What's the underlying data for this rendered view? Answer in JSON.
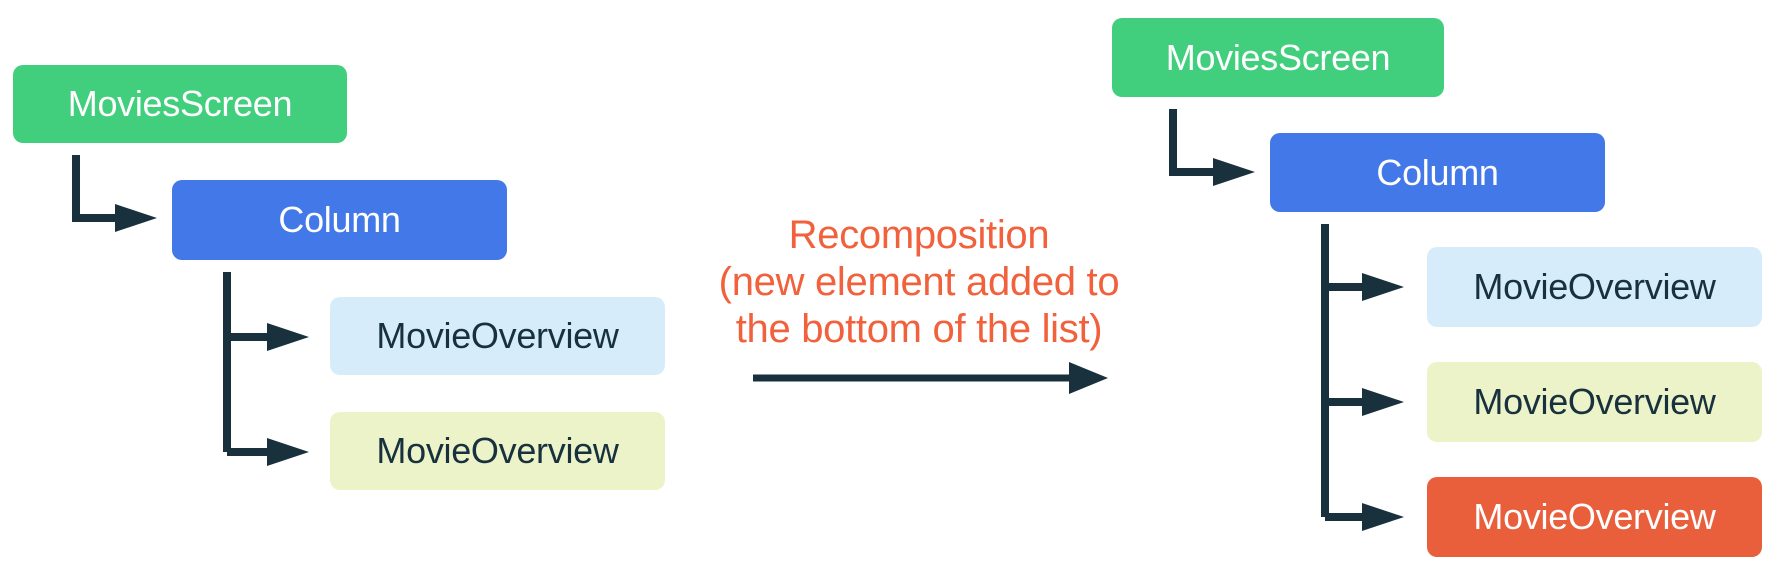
{
  "diagram": {
    "caption": {
      "line1": "Recomposition",
      "line2": "(new element added to",
      "line3": "the bottom of the list)"
    },
    "left_tree": {
      "nodes": [
        {
          "label": "MoviesScreen",
          "color": "green"
        },
        {
          "label": "Column",
          "color": "blue"
        },
        {
          "label": "MovieOverview",
          "color": "light-blue"
        },
        {
          "label": "MovieOverview",
          "color": "light-lime"
        }
      ]
    },
    "right_tree": {
      "nodes": [
        {
          "label": "MoviesScreen",
          "color": "green"
        },
        {
          "label": "Column",
          "color": "blue"
        },
        {
          "label": "MovieOverview",
          "color": "light-blue"
        },
        {
          "label": "MovieOverview",
          "color": "light-lime"
        },
        {
          "label": "MovieOverview",
          "color": "orange"
        }
      ]
    },
    "colors": {
      "node_green": "#42CF7D",
      "node_blue": "#4378E8",
      "node_light_blue": "#D7ECFB",
      "node_light_lime": "#EDF3C8",
      "node_orange": "#E95F3C",
      "connector_dark": "#18313D",
      "caption_orange": "#F0613C",
      "dark_text": "#17313E"
    }
  }
}
